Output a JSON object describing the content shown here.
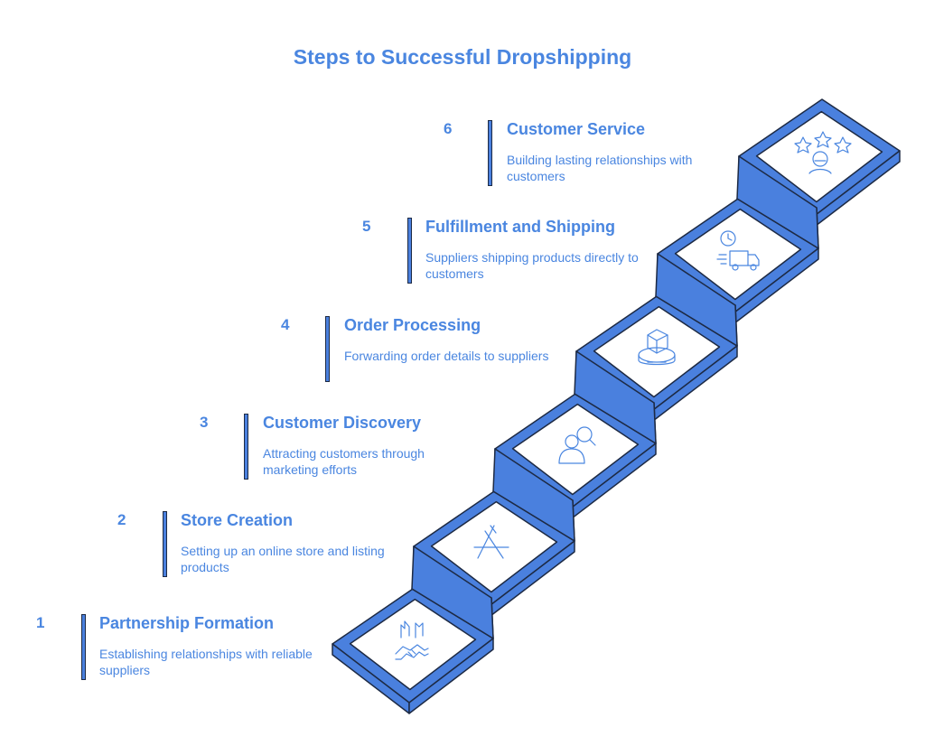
{
  "title": "Steps to Successful Dropshipping",
  "steps": [
    {
      "number": "1",
      "heading": "Partnership Formation",
      "description": "Establishing relationships with reliable suppliers",
      "icon": "handshake-icon"
    },
    {
      "number": "2",
      "heading": "Store Creation",
      "description": "Setting up an online store and listing products",
      "icon": "app-store-icon"
    },
    {
      "number": "3",
      "heading": "Customer Discovery",
      "description": "Attracting customers through marketing efforts",
      "icon": "customer-search-icon"
    },
    {
      "number": "4",
      "heading": "Order Processing",
      "description": "Forwarding order details to suppliers",
      "icon": "package-icon"
    },
    {
      "number": "5",
      "heading": "Fulfillment and Shipping",
      "description": "Suppliers shipping products directly to customers",
      "icon": "delivery-truck-icon"
    },
    {
      "number": "6",
      "heading": "Customer Service",
      "description": "Building lasting relationships with customers",
      "icon": "rating-stars-icon"
    }
  ],
  "colors": {
    "accent": "#4a86e0",
    "stair_fill": "#4a80de",
    "stair_outline": "#1d2a44",
    "tread_top": "#ffffff"
  }
}
